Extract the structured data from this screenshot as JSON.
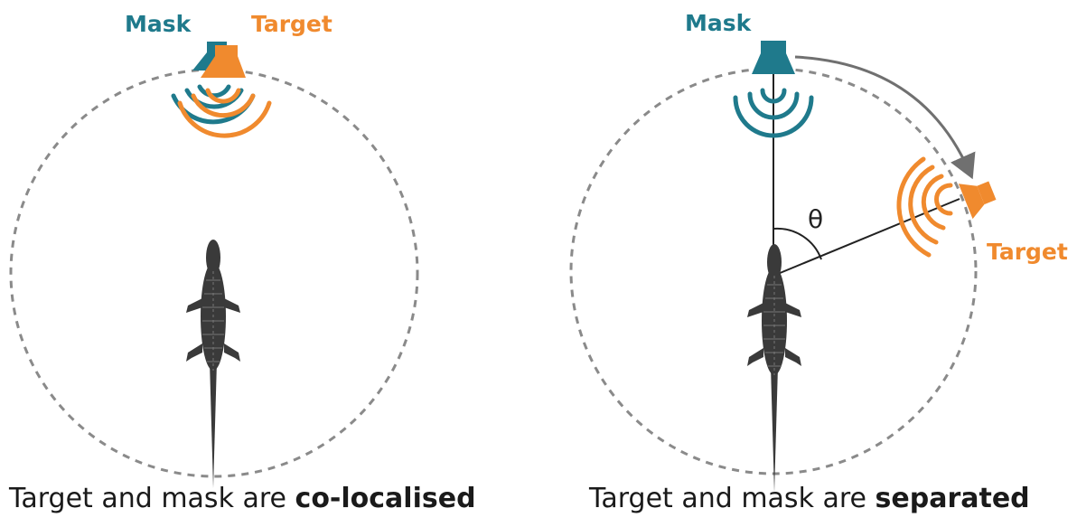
{
  "colors": {
    "mask": "#1f7a8c",
    "target": "#f08a2e",
    "circle": "#8a8a8a",
    "arrow": "#707070",
    "line": "#222222",
    "animal": "#3a3a3a"
  },
  "left_panel": {
    "mask_label": "Mask",
    "target_label": "Target",
    "caption_prefix": "Target and mask are ",
    "caption_bold": "co-localised"
  },
  "right_panel": {
    "mask_label": "Mask",
    "target_label": "Target",
    "angle_label": "θ",
    "caption_prefix": "Target and mask are ",
    "caption_bold": "separated"
  },
  "icons": [
    "speaker-icon",
    "sound-wave-icon",
    "alligator-icon",
    "curved-arrow-icon",
    "angle-arc-icon"
  ]
}
